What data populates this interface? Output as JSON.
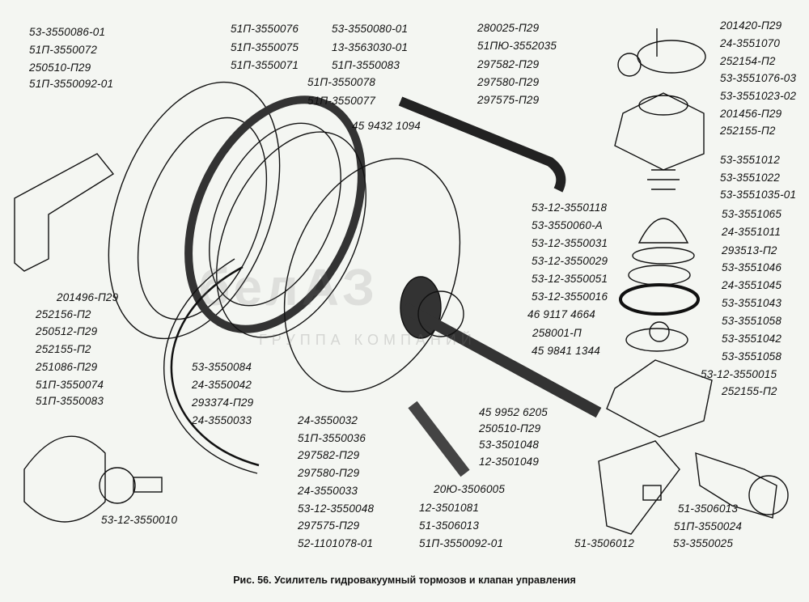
{
  "caption": "Рис. 56. Усилитель гидровакуумный тормозов и клапан управления",
  "watermark": {
    "logo": "белАЗ",
    "subtitle": "ГРУППА КОМПАНИЙ"
  },
  "labels": [
    "53-3550086-01",
    "51П-3550072",
    "250510-П29",
    "51П-3550092-01",
    "51П-3550076",
    "51П-3550075",
    "51П-3550071",
    "51П-3550078",
    "51П-3550077",
    "53-3550080-01",
    "13-3563030-01",
    "51П-3550083",
    "45 9432 1094",
    "280025-П29",
    "51ПЮ-3552035",
    "297582-П29",
    "297580-П29",
    "297575-П29",
    "201420-П29",
    "24-3551070",
    "252154-П2",
    "53-3551076-03",
    "53-3551023-02",
    "201456-П29",
    "252155-П2",
    "53-3551012",
    "53-3551022",
    "53-3551035-01",
    "53-3551065",
    "24-3551011",
    "293513-П2",
    "53-3551046",
    "24-3551045",
    "53-3551043",
    "53-3551058",
    "53-3551042",
    "53-3551058",
    "53-12-3550015",
    "252155-П2",
    "53-12-3550118",
    "53-3550060-А",
    "53-12-3550031",
    "53-12-3550029",
    "53-12-3550051",
    "53-12-3550016",
    "46 9117 4664",
    "258001-П",
    "45 9841 1344",
    "201496-П29",
    "252156-П2",
    "250512-П29",
    "252155-П2",
    "251086-П29",
    "51П-3550074",
    "51П-3550083",
    "53-12-3550010",
    "53-3550084",
    "24-3550042",
    "293374-П29",
    "24-3550033",
    "24-3550032",
    "51П-3550036",
    "297582-П29",
    "297580-П29",
    "24-3550033",
    "53-12-3550048",
    "297575-П29",
    "52-1101078-01",
    "45 9952 6205",
    "250510-П29",
    "53-3501048",
    "12-3501049",
    "20Ю-3506005",
    "12-3501081",
    "51-3506013",
    "51П-3550092-01",
    "51-3506013",
    "51П-3550024",
    "53-3550025",
    "51-3506012"
  ]
}
